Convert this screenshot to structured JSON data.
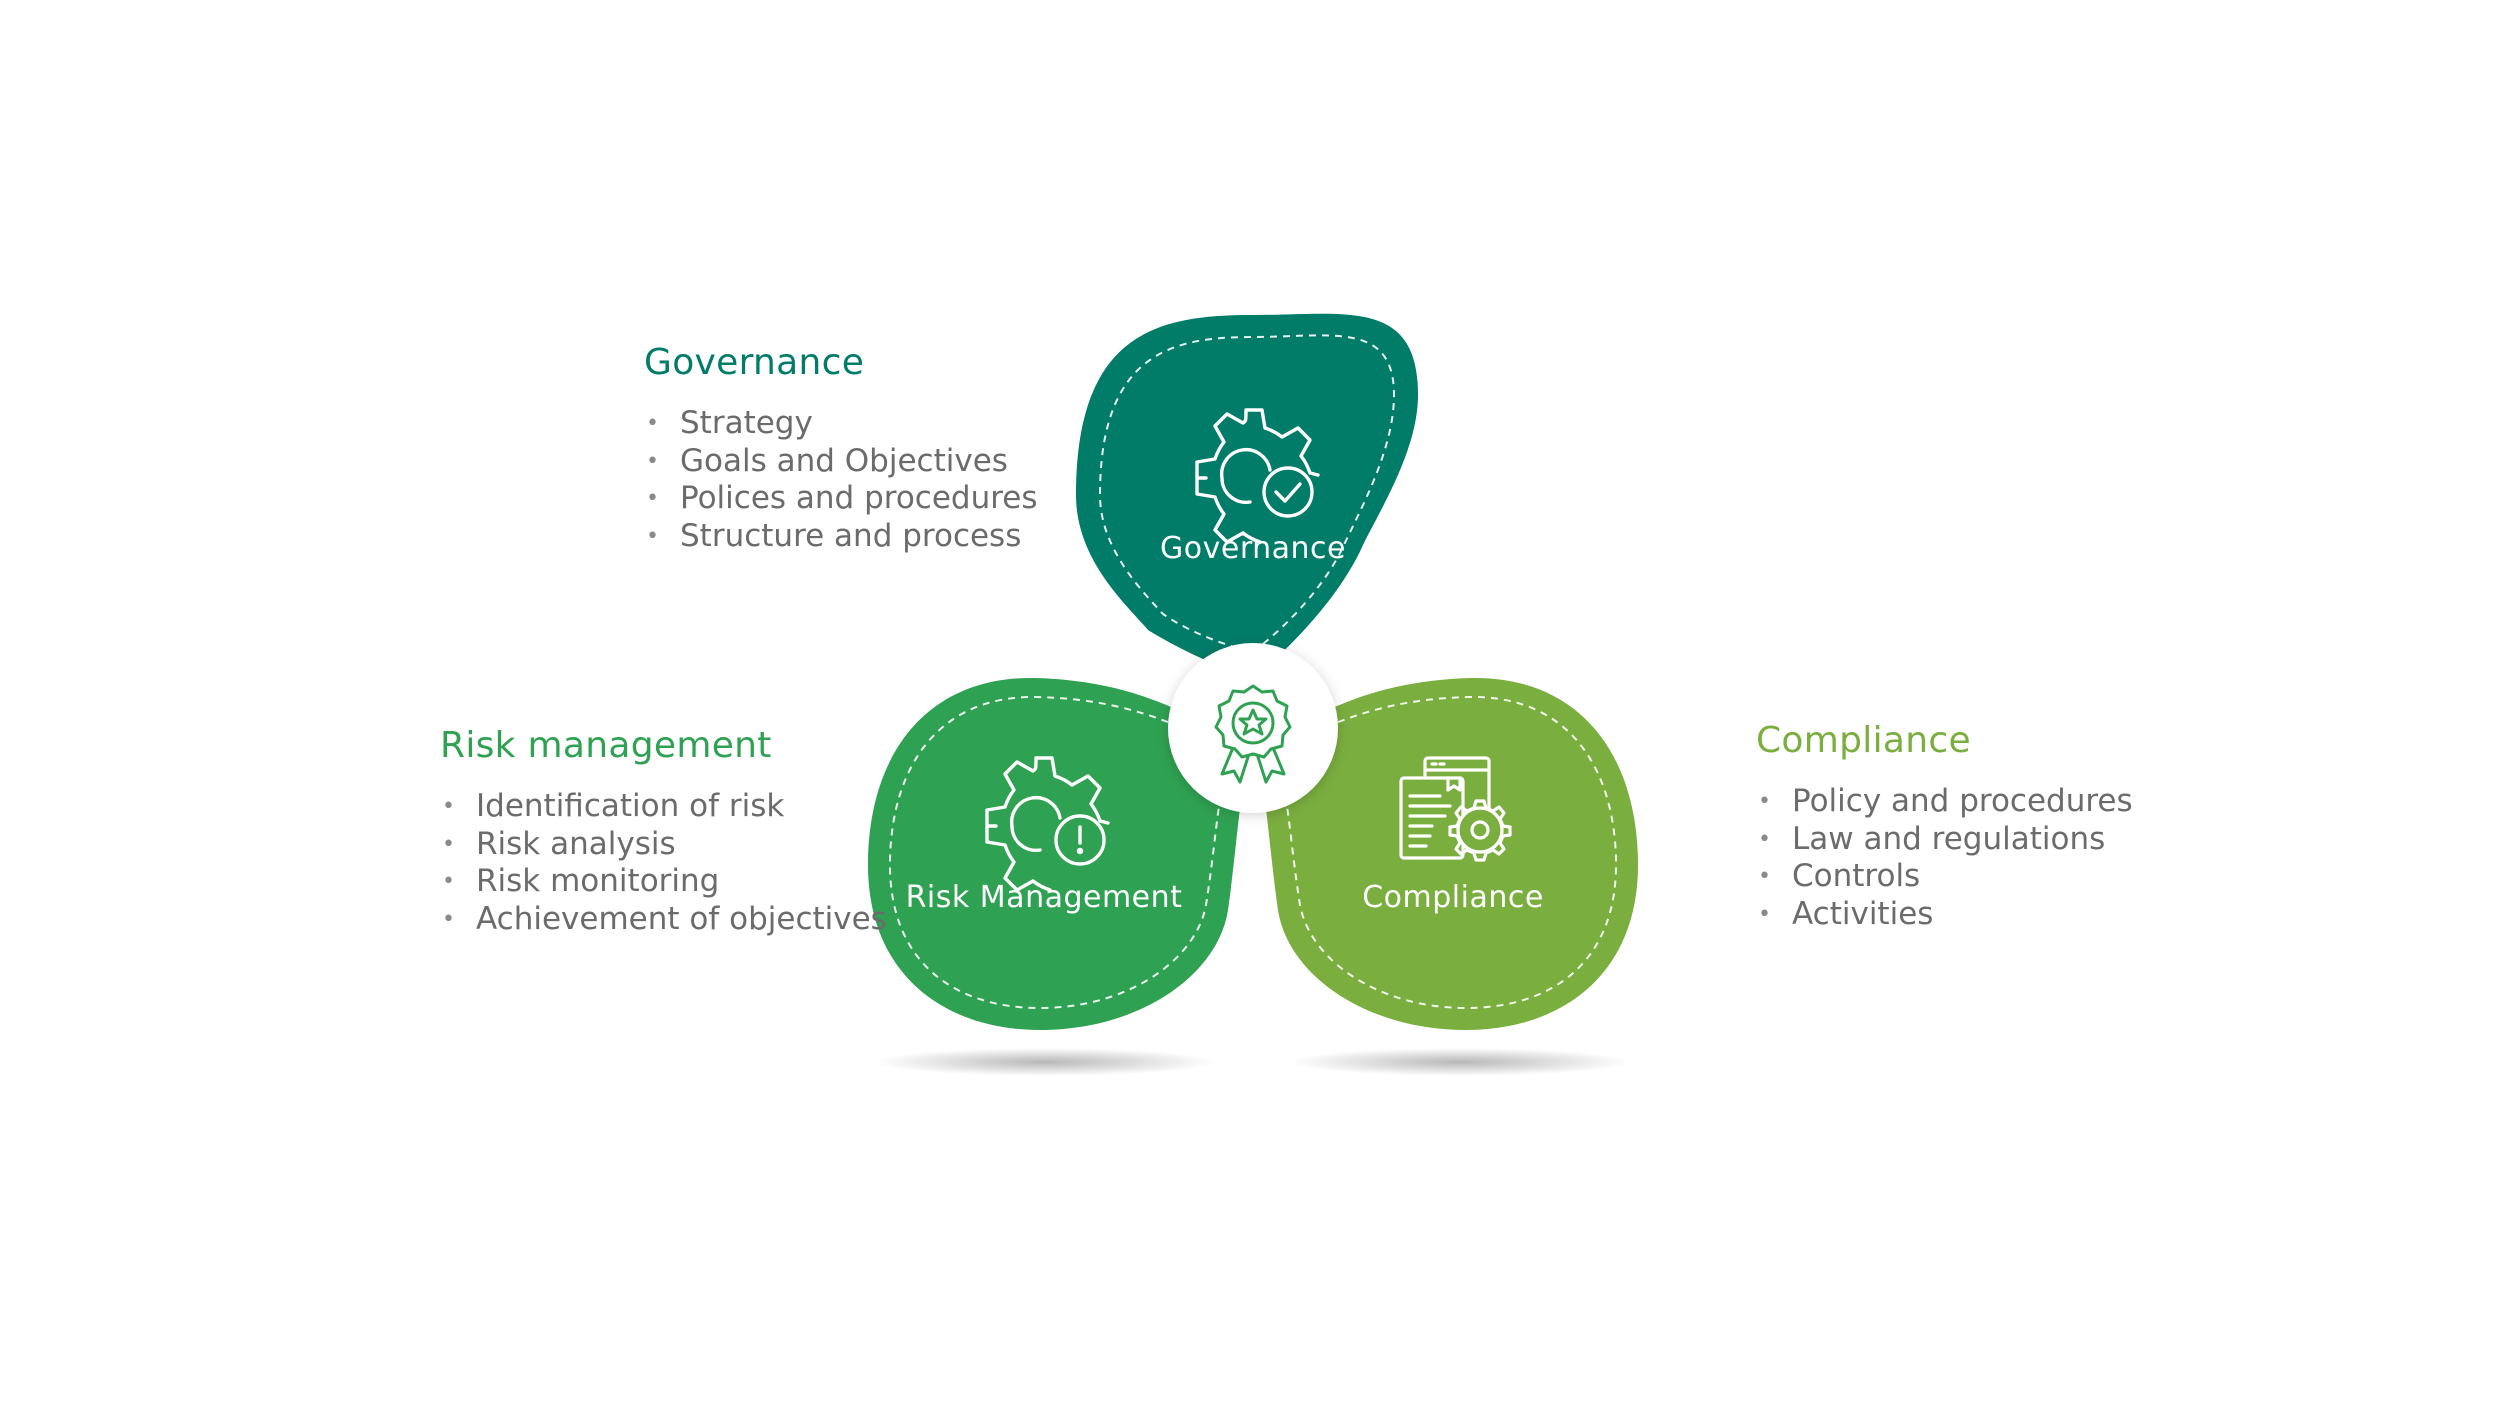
{
  "colors": {
    "governance": "#007C69",
    "risk": "#2FA152",
    "compliance": "#7AAE3F",
    "bullet_text": "#6b6b6b",
    "center_badge": "#ffffff"
  },
  "governance": {
    "heading": "Governance",
    "petal_label": "Governance",
    "icon": "gear-check-icon",
    "items": [
      "Strategy",
      "Goals and Objectives",
      "Polices and procedures",
      "Structure and process"
    ]
  },
  "risk": {
    "heading": "Risk management",
    "petal_label": "Risk Management",
    "icon": "gear-alert-icon",
    "items": [
      "Identification of risk",
      "Risk analysis",
      "Risk monitoring",
      "Achievement of objectives"
    ]
  },
  "compliance": {
    "heading": "Compliance",
    "petal_label": "Compliance",
    "icon": "document-gear-icon",
    "items": [
      "Policy and procedures",
      "Law and regulations",
      "Controls",
      "Activities"
    ]
  },
  "center": {
    "icon": "award-ribbon-icon"
  }
}
